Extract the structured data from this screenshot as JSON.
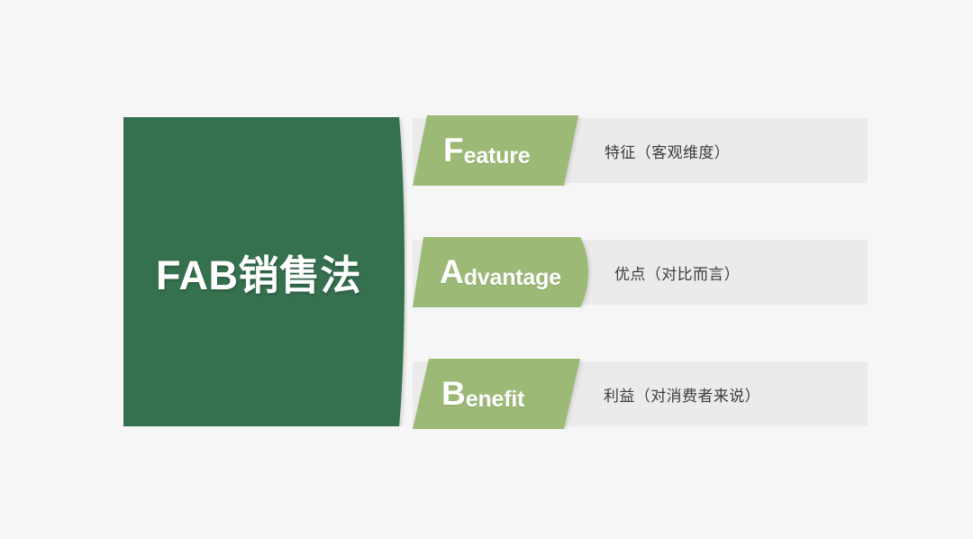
{
  "slide": {
    "title": "FAB销售法",
    "background_color": "#f6f6f6",
    "brand_panel_color": "#36704f",
    "tag_color": "#9cb974",
    "bar_color": "#ebebeb",
    "desc_text_color": "#3c3c3c"
  },
  "rows": [
    {
      "id": "feature",
      "initial": "F",
      "rest": "eature",
      "full_label": "Feature",
      "description": "特征（客观维度）"
    },
    {
      "id": "advantage",
      "initial": "A",
      "rest": "dvantage",
      "full_label": "Advantage",
      "description": "优点（对比而言）"
    },
    {
      "id": "benefit",
      "initial": "B",
      "rest": "enefit",
      "full_label": "Benefit",
      "description": "利益（对消费者来说）"
    }
  ]
}
